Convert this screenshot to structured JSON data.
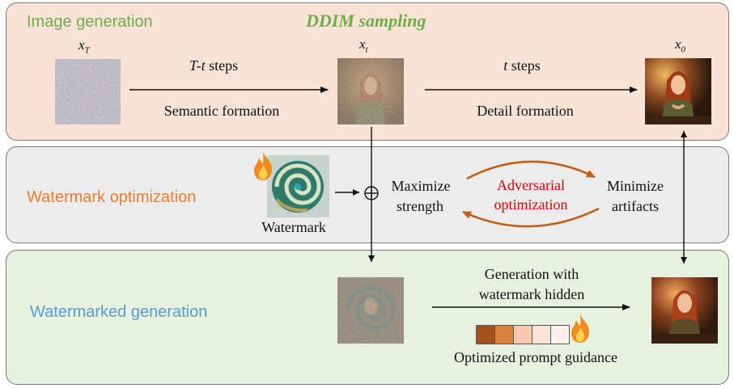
{
  "sections": {
    "generation": "Image generation",
    "optimization": "Watermark optimization",
    "watermarked": "Watermarked generation"
  },
  "title": "DDIM sampling",
  "vars": {
    "xT_main": "x",
    "xT_sub": "T",
    "xt_main": "x",
    "xt_sub": "t",
    "x0_main": "x",
    "x0_sub": "0"
  },
  "steps": {
    "left_top_italic": "T-t",
    "left_top_rest": " steps",
    "left_bottom": "Semantic formation",
    "right_top_italic": "t",
    "right_top_rest": " steps",
    "right_bottom": "Detail formation"
  },
  "watermark": {
    "label": "Watermark",
    "maximize_1": "Maximize",
    "maximize_2": "strength",
    "adversarial_1": "Adversarial",
    "adversarial_2": "optimization",
    "minimize_1": "Minimize",
    "minimize_2": "artifacts"
  },
  "output": {
    "gen_line1": "Generation with",
    "gen_line2": "watermark hidden",
    "prompt_label": "Optimized prompt guidance"
  },
  "colors": {
    "section_generation": "#70ad47",
    "section_optimization": "#ed7d31",
    "section_watermarked": "#5b9bd5",
    "adversarial": "#e00000",
    "cycle_arrows": "#c55a11",
    "token_colors": [
      "#a0521f",
      "#d9823f",
      "#f6c9b0",
      "#fbe3d6",
      "#fdf0ea"
    ]
  },
  "icons": [
    "flame-icon",
    "watermark-swirl-icon",
    "xor-circle-plus-icon"
  ]
}
